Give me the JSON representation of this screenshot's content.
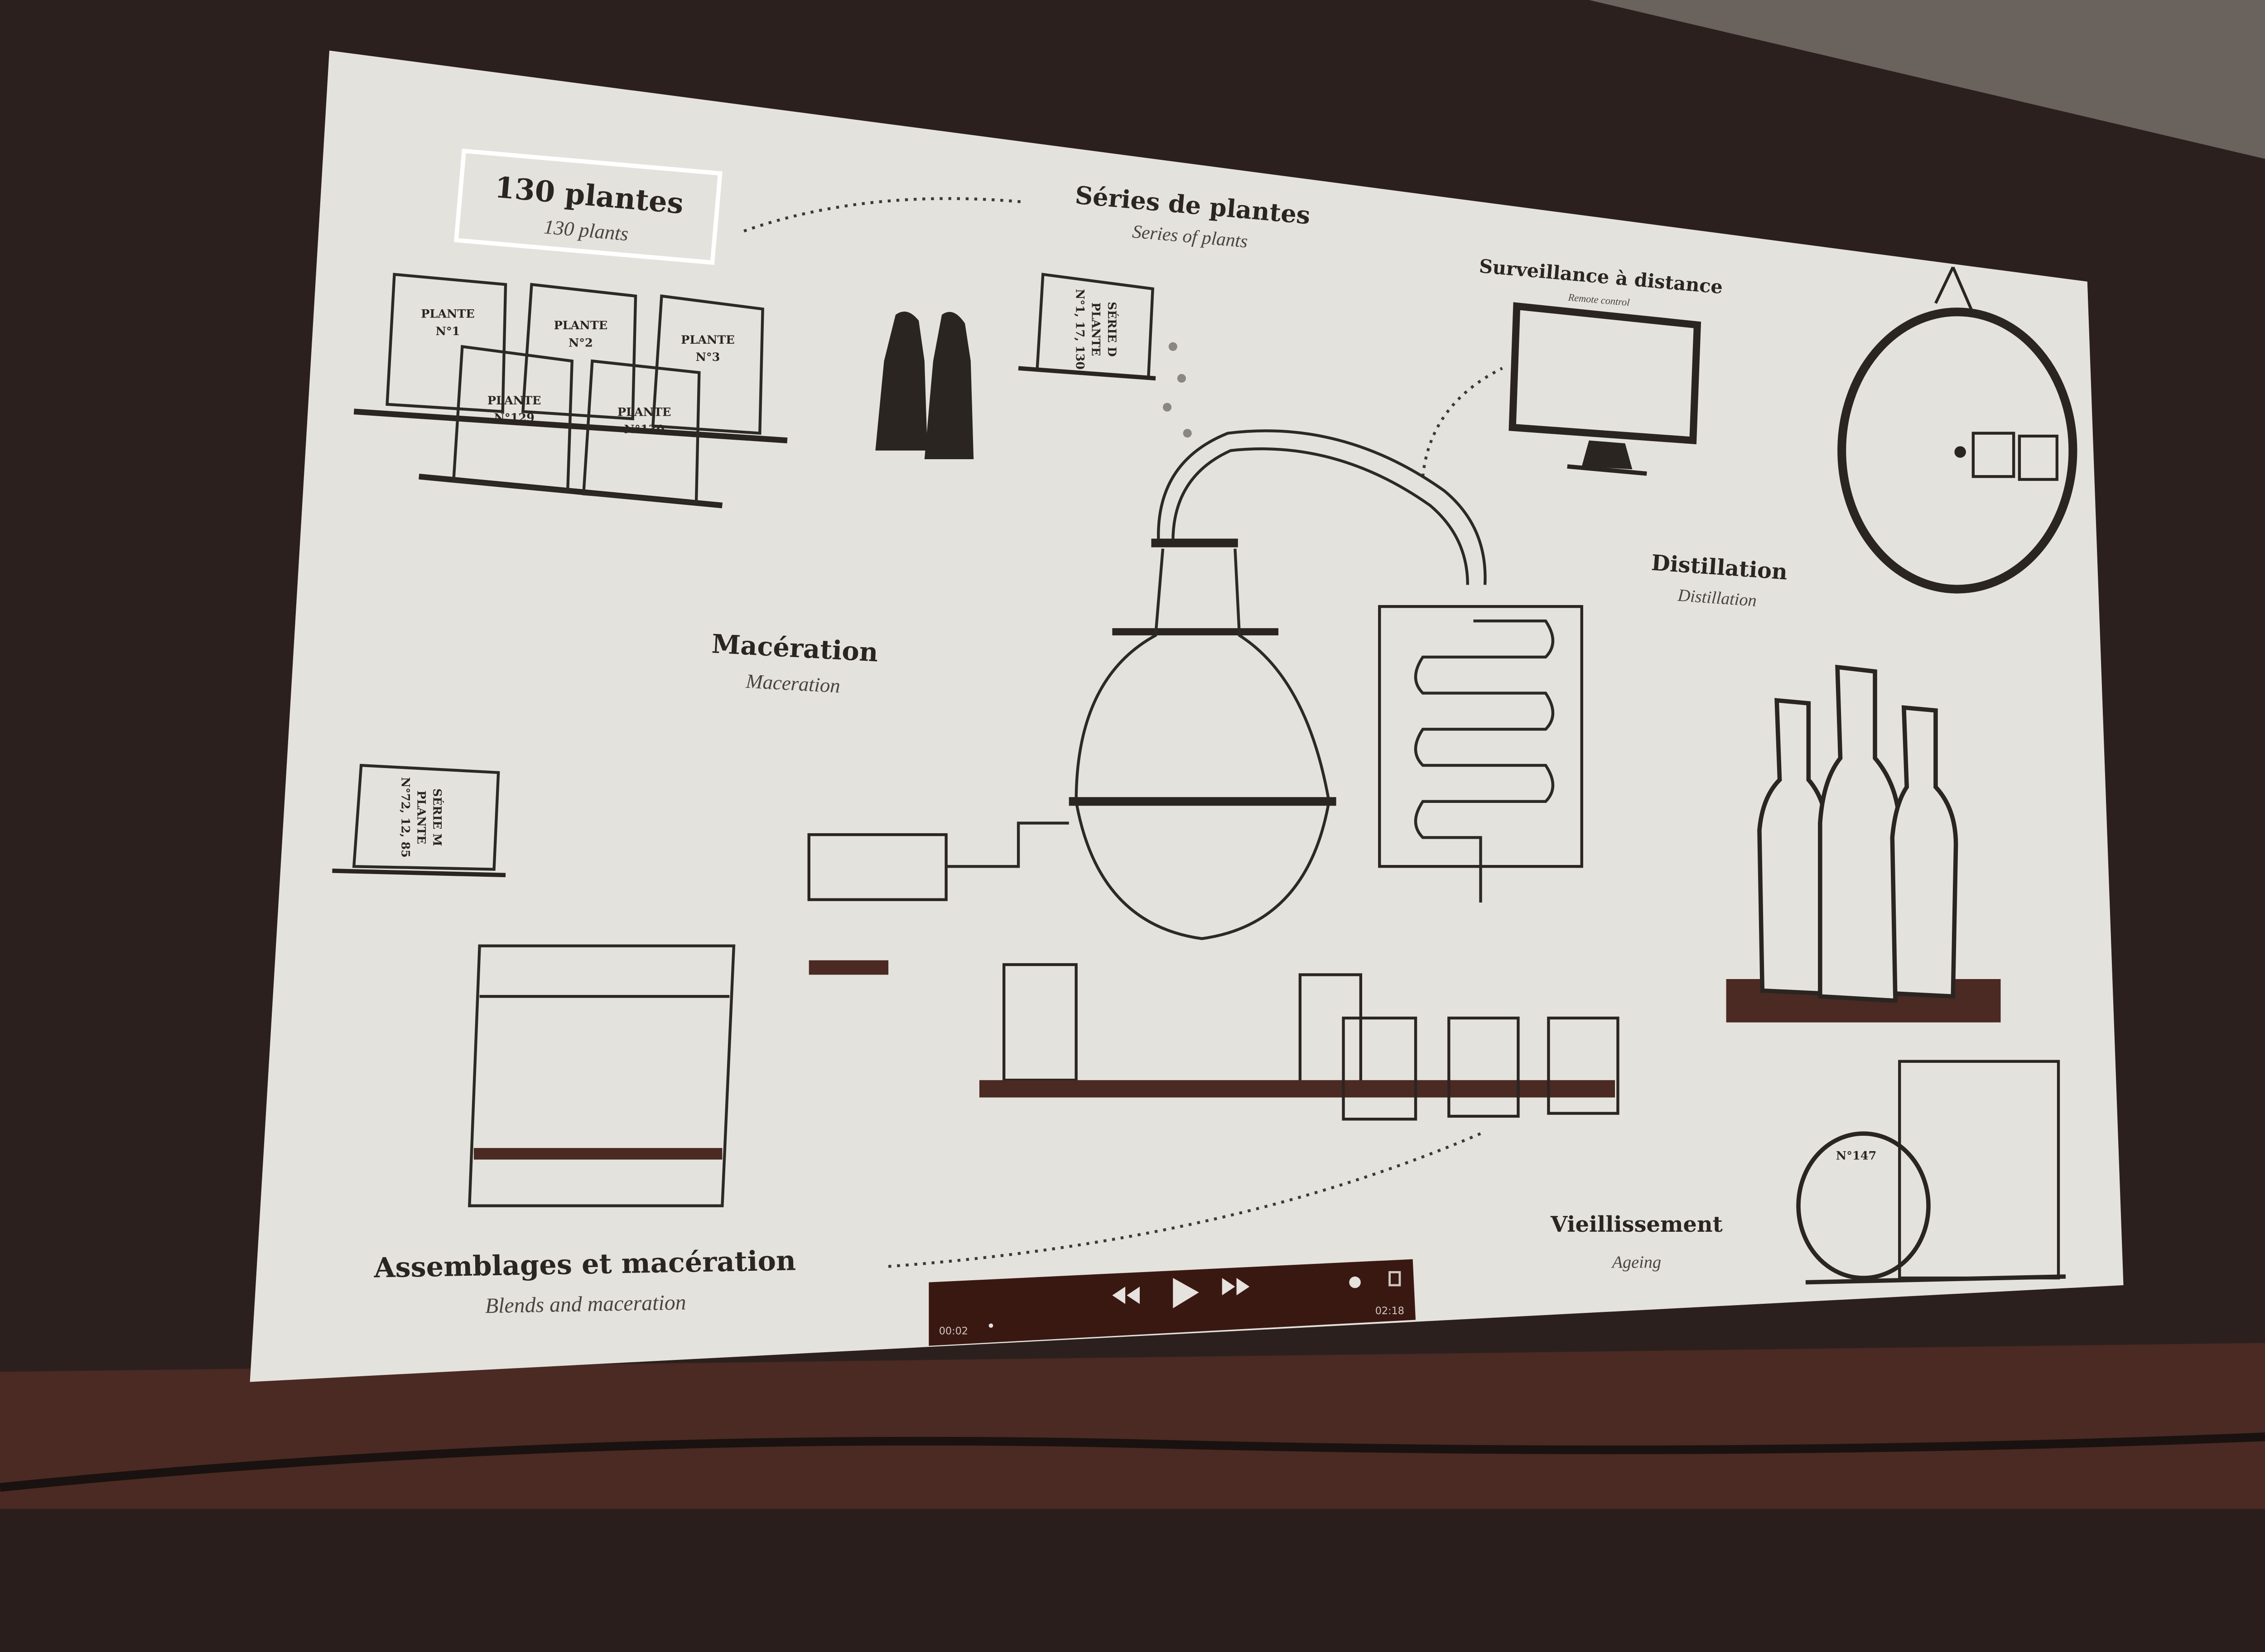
{
  "slide": {
    "plants_box": {
      "title": "130 plantes",
      "subtitle": "130 plants"
    },
    "series": {
      "title": "Séries de plantes",
      "subtitle": "Series of plants"
    },
    "remote": {
      "title": "Surveillance à distance",
      "subtitle": "Remote control"
    },
    "maceration": {
      "title": "Macération",
      "subtitle": "Maceration"
    },
    "distillation": {
      "title": "Distillation",
      "subtitle": "Distillation"
    },
    "blends": {
      "title": "Assemblages et macération",
      "subtitle": "Blends and maceration"
    },
    "ageing": {
      "title": "Vieillissement",
      "subtitle": "Ageing"
    },
    "bags": [
      {
        "line1": "PLANTE",
        "line2": "N°1"
      },
      {
        "line1": "PLANTE",
        "line2": "N°2"
      },
      {
        "line1": "PLANTE",
        "line2": "N°3"
      },
      {
        "line1": "PLANTE",
        "line2": "N°129"
      },
      {
        "line1": "PLANTE",
        "line2": "N°130"
      }
    ],
    "series_bag_d": {
      "line1": "SÉRIE D",
      "line2": "PLANTE",
      "line3": "N°1, 17, 130"
    },
    "series_bag_m": {
      "line1": "SÉRIE M",
      "line2": "PLANTE",
      "line3": "N°72, 12, 85"
    },
    "cask_label": "N°147"
  },
  "player": {
    "elapsed": "00:02",
    "remaining": "02:18",
    "icons": [
      "rewind-icon",
      "play-icon",
      "fast-forward-icon",
      "volume-icon",
      "fullscreen-icon"
    ]
  },
  "colors": {
    "screen": "#e4e2dc",
    "ink": "#2b2522",
    "accent": "#4a2a22",
    "player": "#3a1812"
  }
}
